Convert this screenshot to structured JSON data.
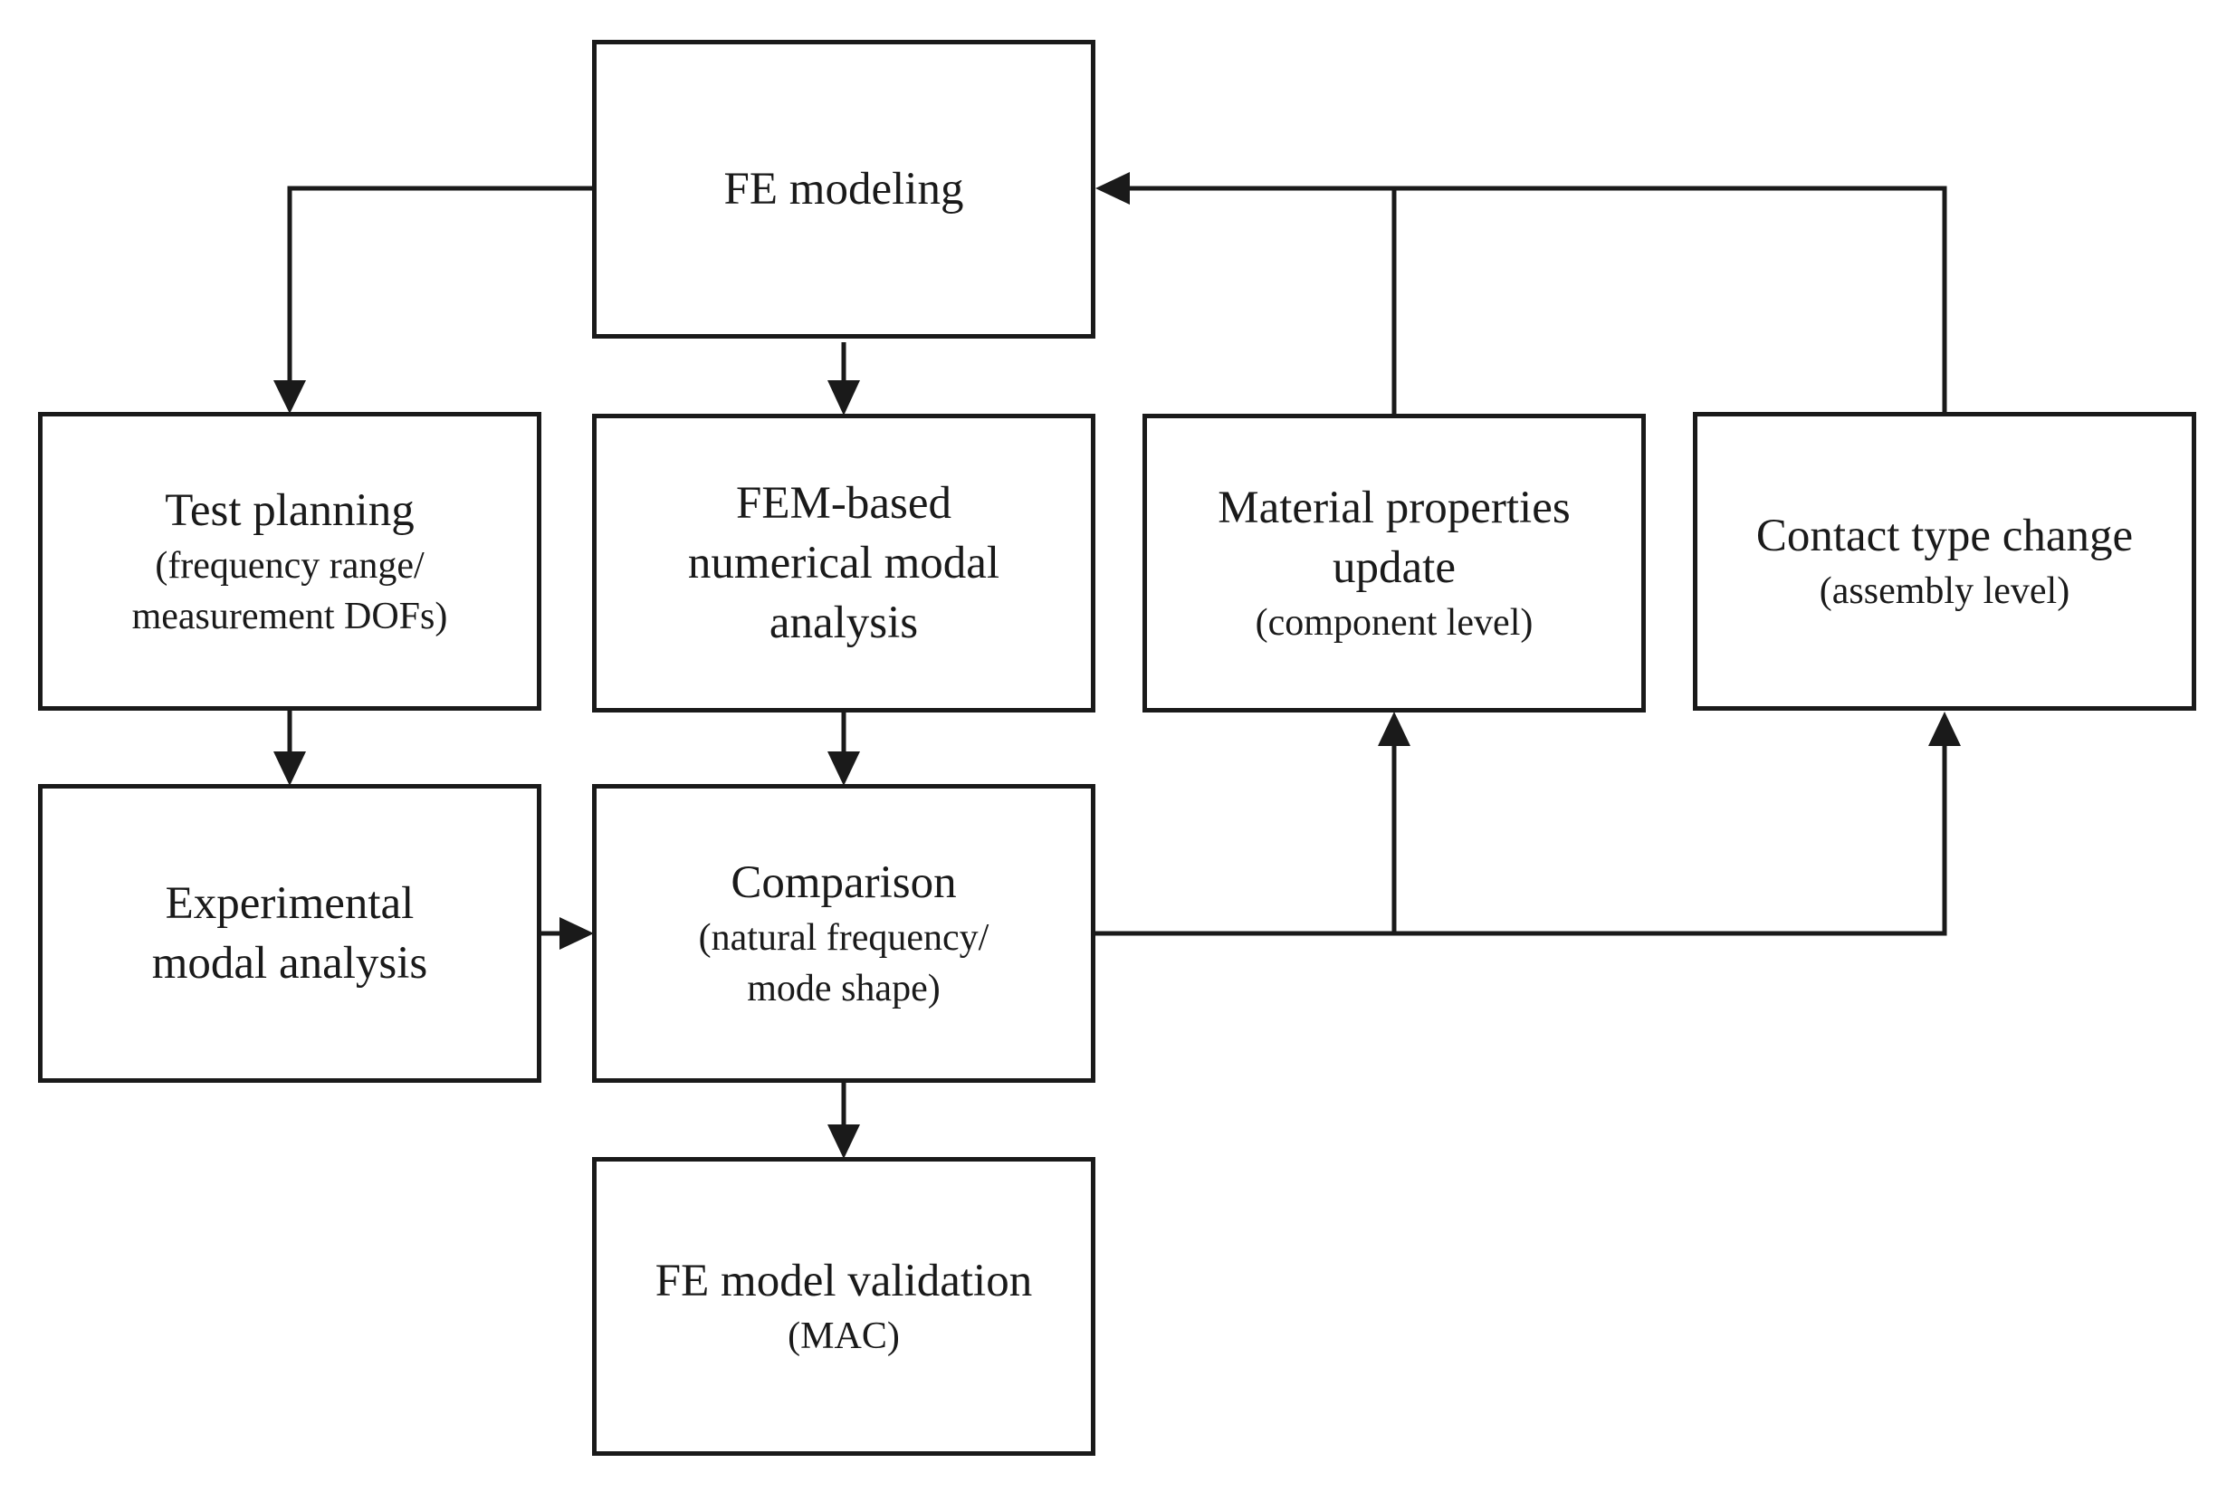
{
  "boxes": {
    "fe_modeling": {
      "title": "FE modeling",
      "subtitle": ""
    },
    "test_planning": {
      "title": "Test planning",
      "subtitle": "(frequency range/\nmeasurement DOFs)"
    },
    "fem_analysis": {
      "title": "FEM-based\nnumerical modal\nanalysis",
      "subtitle": ""
    },
    "material_update": {
      "title": "Material properties\nupdate",
      "subtitle": "(component level)"
    },
    "contact_change": {
      "title": "Contact type change",
      "subtitle": "(assembly level)"
    },
    "experimental": {
      "title": "Experimental\nmodal analysis",
      "subtitle": ""
    },
    "comparison": {
      "title": "Comparison",
      "subtitle": "(natural frequency/\nmode shape)"
    },
    "validation": {
      "title": "FE model validation",
      "subtitle": "(MAC)"
    }
  },
  "colors": {
    "line": "#1a1a1a",
    "background": "#ffffff"
  }
}
